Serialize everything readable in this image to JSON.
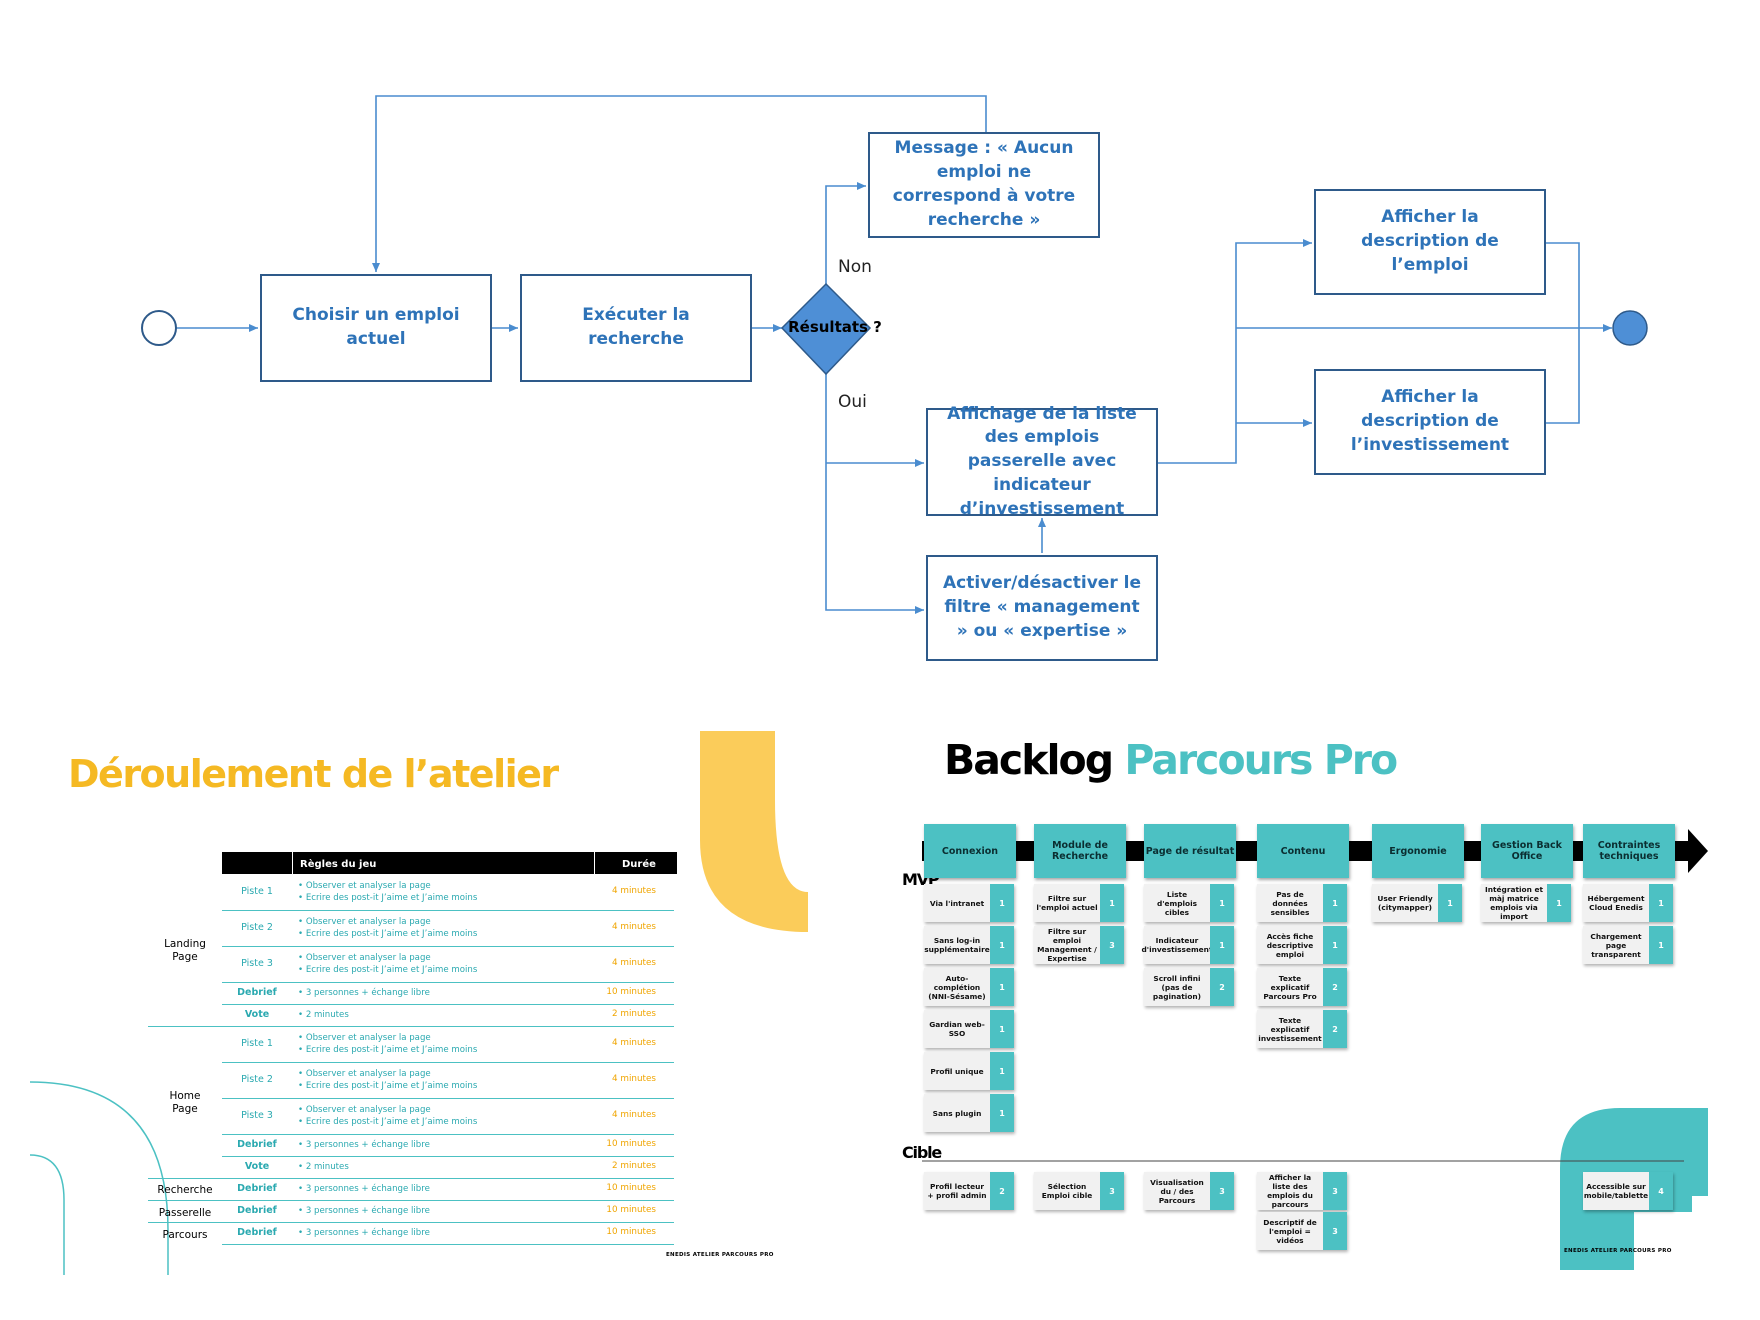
{
  "flow": {
    "nodes": {
      "choose": "Choisir un emploi actuel",
      "execute": "Exécuter la recherche",
      "decision": "Résultats ?",
      "no_result": "Message : « Aucun emploi ne correspond à votre recherche »",
      "list": "Affichage de la liste des emplois passerelle avec indicateur d’investissement",
      "filter": "Activer/désactiver le filtre « management » ou « expertise »",
      "desc_job": "Afficher la description de l’emploi",
      "desc_invest": "Afficher la description de l’investissement"
    },
    "labels": {
      "no": "Non",
      "yes": "Oui"
    },
    "colors": {
      "line": "#4a8ccf",
      "border": "#2e5a8a",
      "text": "#2e73b8",
      "diamond": "#4e8fd6",
      "end": "#4e8fd6"
    }
  },
  "workshop": {
    "title": "Déroulement de l’atelier",
    "headers": {
      "rules": "Règles du jeu",
      "duration": "Durée"
    },
    "observe_1": "Observer et analyser la page",
    "observe_2": "Ecrire des post-it J’aime et J’aime moins",
    "groups": [
      {
        "name": "Landing Page"
      },
      {
        "name": "Home Page"
      },
      {
        "name": "Recherche"
      },
      {
        "name": "Passerelle"
      },
      {
        "name": "Parcours"
      }
    ],
    "rows": [
      {
        "track": "Piste 1",
        "rule": "obs",
        "duration": "4 minutes"
      },
      {
        "track": "Piste 2",
        "rule": "obs",
        "duration": "4 minutes"
      },
      {
        "track": "Piste 3",
        "rule": "obs",
        "duration": "4 minutes"
      },
      {
        "track": "Debrief",
        "rule": "3 personnes + échange libre",
        "duration": "10 minutes"
      },
      {
        "track": "Vote",
        "rule": "2 minutes",
        "duration": "2 minutes"
      },
      {
        "track": "Piste 1",
        "rule": "obs",
        "duration": "4 minutes"
      },
      {
        "track": "Piste 2",
        "rule": "obs",
        "duration": "4 minutes"
      },
      {
        "track": "Piste 3",
        "rule": "obs",
        "duration": "4 minutes"
      },
      {
        "track": "Debrief",
        "rule": "3 personnes + échange libre",
        "duration": "10 minutes"
      },
      {
        "track": "Vote",
        "rule": "2 minutes",
        "duration": "2 minutes"
      },
      {
        "track": "Debrief",
        "rule": "3 personnes + échange libre",
        "duration": "10 minutes"
      },
      {
        "track": "Debrief",
        "rule": "3 personnes + échange libre",
        "duration": "10 minutes"
      },
      {
        "track": "Debrief",
        "rule": "3 personnes + échange libre",
        "duration": "10 minutes"
      }
    ],
    "footer": "ENEDIS ATELIER PARCOURS PRO",
    "colors": {
      "title": "#f5b923",
      "teal": "#2aa9b0",
      "orange": "#f0a500",
      "deco": "#fbcc5a"
    }
  },
  "backlog": {
    "title_black": "Backlog",
    "title_teal": "Parcours Pro",
    "mvp_label": "MVP",
    "cible_label": "Cible",
    "columns": [
      {
        "name": "Connexion",
        "mvp": [
          {
            "t": "Via l'intranet",
            "n": "1"
          },
          {
            "t": "Sans log-in supplémentaire",
            "n": "1"
          },
          {
            "t": "Auto-complétion (NNI-Sésame)",
            "n": "1"
          },
          {
            "t": "Gardian web-SSO",
            "n": "1"
          },
          {
            "t": "Profil unique",
            "n": "1"
          },
          {
            "t": "Sans plugin",
            "n": "1"
          }
        ],
        "cible": [
          {
            "t": "Profil lecteur + profil admin",
            "n": "2"
          }
        ]
      },
      {
        "name": "Module de Recherche",
        "mvp": [
          {
            "t": "Filtre sur l'emploi actuel",
            "n": "1"
          },
          {
            "t": "Filtre sur emploi Management / Expertise",
            "n": "3"
          }
        ],
        "cible": [
          {
            "t": "Sélection Emploi cible",
            "n": "3"
          }
        ]
      },
      {
        "name": "Page de résultat",
        "mvp": [
          {
            "t": "Liste d'emplois cibles",
            "n": "1"
          },
          {
            "t": "Indicateur d'investissement",
            "n": "1"
          },
          {
            "t": "Scroll infini (pas de pagination)",
            "n": "2"
          }
        ],
        "cible": [
          {
            "t": "Visualisation du / des Parcours",
            "n": "3"
          }
        ]
      },
      {
        "name": "Contenu",
        "mvp": [
          {
            "t": "Pas de données sensibles",
            "n": "1"
          },
          {
            "t": "Accès fiche descriptive emploi",
            "n": "1"
          },
          {
            "t": "Texte explicatif Parcours Pro",
            "n": "2"
          },
          {
            "t": "Texte explicatif investissement",
            "n": "2"
          }
        ],
        "cible": [
          {
            "t": "Afficher la liste des emplois du parcours",
            "n": "3"
          },
          {
            "t": "Descriptif de l'emploi = vidéos",
            "n": "3"
          }
        ]
      },
      {
        "name": "Ergonomie",
        "mvp": [
          {
            "t": "User Friendly (citymapper)",
            "n": "1"
          }
        ],
        "cible": []
      },
      {
        "name": "Gestion Back Office",
        "mvp": [
          {
            "t": "Intégration et màj matrice emplois via import",
            "n": "1"
          }
        ],
        "cible": []
      },
      {
        "name": "Contraintes techniques",
        "mvp": [
          {
            "t": "Hébergement Cloud Enedis",
            "n": "1"
          },
          {
            "t": "Chargement page transparent",
            "n": "1"
          }
        ],
        "cible": [
          {
            "t": "Accessible sur mobile/tablette",
            "n": "4"
          }
        ]
      }
    ],
    "footer": "ENEDIS ATELIER PARCOURS PRO",
    "colors": {
      "teal": "#4cc1c3",
      "card": "#f1f1f1"
    }
  }
}
